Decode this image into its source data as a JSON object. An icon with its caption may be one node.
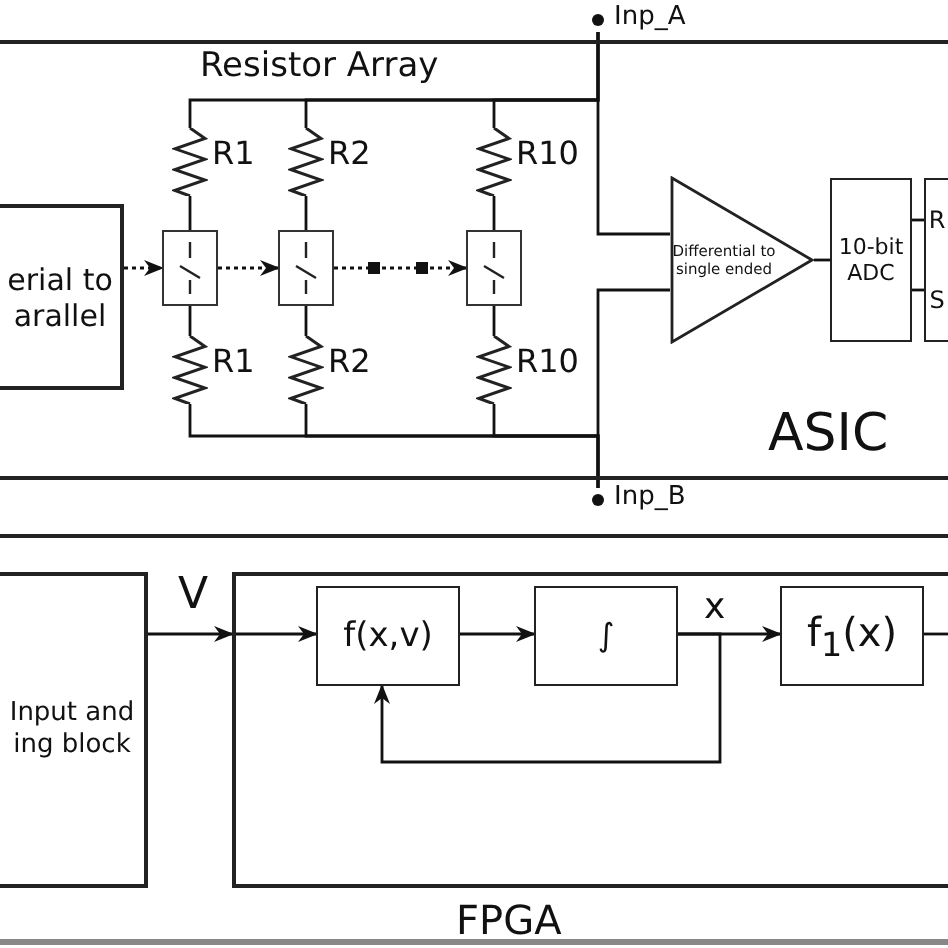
{
  "diagram": {
    "nodes": [
      {
        "text": [
          "ASIC"
        ]
      },
      {
        "text": [
          "erial to arallel"
        ],
        "in": 0
      },
      {
        "text": [],
        "shape": "resistor",
        "beside": [
          "R1"
        ],
        "in": 0
      },
      {
        "text": [],
        "shape": "resistor",
        "beside": [
          "R2"
        ],
        "in": 0
      },
      {
        "text": [],
        "shape": "resistor",
        "beside": [
          "R10"
        ],
        "in": 0
      },
      {
        "text": [],
        "shape": "box",
        "in": 0
      },
      {
        "text": [],
        "shape": "box",
        "in": 0
      },
      {
        "text": [],
        "shape": "box",
        "in": 0
      },
      {
        "text": [],
        "shape": "resistor",
        "beside": [
          "R1"
        ],
        "in": 0
      },
      {
        "text": [],
        "shape": "resistor",
        "beside": [
          "R2"
        ],
        "in": 0
      },
      {
        "text": [],
        "shape": "resistor",
        "beside": [
          "R10"
        ],
        "in": 0
      },
      {
        "text": [
          "Inp_A"
        ]
      },
      {
        "text": [
          "Inp_B"
        ]
      },
      {
        "text": [
          "Differential to single ended"
        ],
        "in": 0
      },
      {
        "text": [
          "10-bit ADC"
        ],
        "in": 0
      },
      {
        "text": [
          "R",
          "S"
        ],
        "in": 0
      },
      {
        "text": [
          "Input and ing block"
        ]
      },
      {
        "text": [
          "FPGA"
        ]
      },
      {
        "text": [
          "f(x,v)"
        ],
        "in": 17
      },
      {
        "text": [
          "∫"
        ],
        "in": 17
      },
      {
        "text": [
          "f$_{1}$(x)"
        ],
        "in": 17
      }
    ],
    "edges": [
      {
        "from": 1,
        "to": 5,
        "arrow": "to",
        "style": "dashed"
      },
      {
        "from": 5,
        "to": 6,
        "arrow": "to",
        "style": "dashed"
      },
      {
        "from": 6,
        "to": 7,
        "arrow": "to",
        "style": "dashed"
      },
      {
        "from": 11,
        "to": 13,
        "arrow": "none"
      },
      {
        "from": 12,
        "to": 13,
        "arrow": "none"
      },
      {
        "from": 13,
        "to": 14,
        "arrow": "none"
      },
      {
        "from": 14,
        "to": 15,
        "arrow": "none"
      },
      {
        "from": 14,
        "to": 15,
        "arrow": "none"
      },
      {
        "from": 16,
        "to": 17,
        "arrow": "to",
        "label": "V"
      },
      {
        "from": 17,
        "to": 18,
        "arrow": "to"
      },
      {
        "from": 18,
        "to": 19,
        "arrow": "to"
      },
      {
        "from": 19,
        "to": 20,
        "arrow": "to",
        "label": "x"
      },
      {
        "from": 19,
        "to": 18,
        "arrow": "to"
      },
      {
        "from": 20,
        "to": null,
        "arrow": "none"
      },
      {
        "from": 2,
        "to": 11,
        "arrow": "none"
      },
      {
        "from": 3,
        "to": 11,
        "arrow": "none"
      },
      {
        "from": 4,
        "to": 11,
        "arrow": "none"
      },
      {
        "from": 2,
        "to": 5,
        "arrow": "none"
      },
      {
        "from": 3,
        "to": 6,
        "arrow": "none"
      },
      {
        "from": 4,
        "to": 7,
        "arrow": "none"
      },
      {
        "from": 5,
        "to": 8,
        "arrow": "none"
      },
      {
        "from": 6,
        "to": 9,
        "arrow": "none"
      },
      {
        "from": 7,
        "to": 10,
        "arrow": "none"
      },
      {
        "from": 8,
        "to": 12,
        "arrow": "none"
      },
      {
        "from": 9,
        "to": 12,
        "arrow": "none"
      },
      {
        "from": 10,
        "to": 12,
        "arrow": "none"
      }
    ],
    "labels": [
      "Resistor Array"
    ]
  }
}
